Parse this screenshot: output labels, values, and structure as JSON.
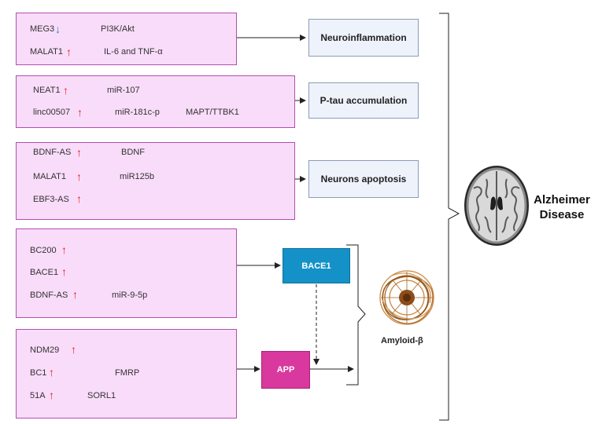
{
  "panel1": {
    "row1": {
      "gene": "MEG3",
      "target": "PI3K/Akt"
    },
    "row2": {
      "gene": "MALAT1",
      "target": "IL-6 and TNF-α"
    }
  },
  "panel2": {
    "row1": {
      "gene": "NEAT1",
      "target": "miR-107"
    },
    "row2": {
      "gene": "linc00507",
      "target": "miR-181c-p",
      "target2": "MAPT/TTBK1"
    }
  },
  "panel3": {
    "row1": {
      "gene": "BDNF-AS",
      "target": "BDNF"
    },
    "row2": {
      "gene": "MALAT1",
      "target": "miR125b"
    },
    "row3": {
      "gene": "EBF3-AS"
    }
  },
  "panel4": {
    "row1": {
      "gene": "BC200"
    },
    "row2": {
      "gene": "BACE1"
    },
    "row3": {
      "gene": "BDNF-AS",
      "target": "miR-9-5p"
    }
  },
  "panel5": {
    "row1": {
      "gene": "NDM29"
    },
    "row2": {
      "gene": "BC1",
      "target": "FMRP"
    },
    "row3": {
      "gene": "51A",
      "target": "SORL1"
    }
  },
  "outcomes": {
    "neuroinflammation": "Neuroinflammation",
    "ptau": "P-tau accumulation",
    "apoptosis": "Neurons apoptosis"
  },
  "nodes": {
    "bace1": "BACE1",
    "app": "APP"
  },
  "amyloid_label": "Amyloid-β",
  "disease_label_line1": "Alzheimer",
  "disease_label_line2": "Disease",
  "colors": {
    "panel_fill": "#f9dcf9",
    "panel_border": "#b04fb0",
    "bace1": "#1492c8",
    "app": "#d9389e",
    "up_arrow": "#e8231f",
    "down_arrow": "#1e88d6"
  },
  "icons": {
    "brain": "brain-mri-icon",
    "amyloid": "amyloid-plaque-icon"
  }
}
